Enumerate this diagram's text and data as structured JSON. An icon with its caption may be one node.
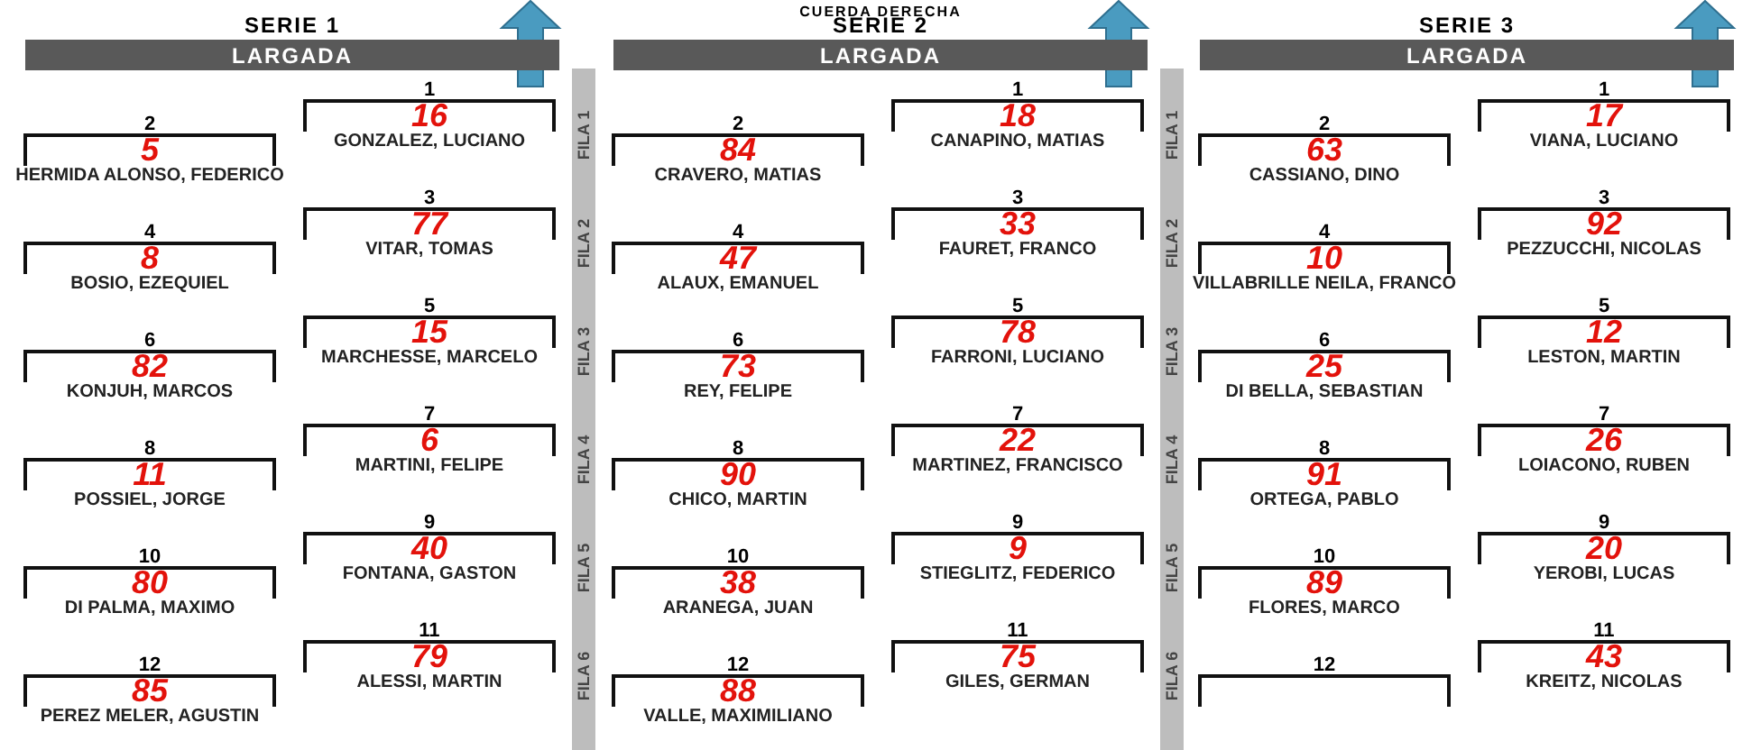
{
  "diagram": {
    "nodes": [
      {
        "text": [
          "LARGADA"
        ]
      },
      {
        "text": [
          "1",
          "16",
          "GONZALEZ, LUCIANO"
        ]
      },
      {
        "text": [
          "2",
          "5",
          "HERMIDA ALONSO, FEDERICO"
        ]
      },
      {
        "text": [
          "3",
          "77",
          "VITAR, TOMAS"
        ]
      },
      {
        "text": [
          "4",
          "8",
          "BOSIO, EZEQUIEL"
        ]
      },
      {
        "text": [
          "5",
          "15",
          "MARCHESSE, MARCELO"
        ]
      },
      {
        "text": [
          "6",
          "82",
          "KONJUH, MARCOS"
        ]
      },
      {
        "text": [
          "7",
          "6",
          "MARTINI, FELIPE"
        ]
      },
      {
        "text": [
          "8",
          "11",
          "POSSIEL, JORGE"
        ]
      },
      {
        "text": [
          "9",
          "40",
          "FONTANA, GASTON"
        ]
      },
      {
        "text": [
          "10",
          "80",
          "DI PALMA, MAXIMO"
        ]
      },
      {
        "text": [
          "11",
          "79",
          "ALESSI, MARTIN"
        ]
      },
      {
        "text": [
          "12",
          "85",
          "PEREZ MELER, AGUSTIN"
        ]
      },
      {
        "text": [
          "FILA 1",
          "FILA 2",
          "FILA 3",
          "FILA 4",
          "FILA 5",
          "FILA 6"
        ]
      },
      {
        "text": [
          "LARGADA"
        ]
      },
      {
        "text": [
          "1",
          "18",
          "CANAPINO, MATIAS"
        ]
      },
      {
        "text": [
          "2",
          "84",
          "CRAVERO, MATIAS"
        ]
      },
      {
        "text": [
          "3",
          "33",
          "FAURET, FRANCO"
        ]
      },
      {
        "text": [
          "4",
          "47",
          "ALAUX, EMANUEL"
        ]
      },
      {
        "text": [
          "5",
          "78",
          "FARRONI, LUCIANO"
        ]
      },
      {
        "text": [
          "6",
          "73",
          "REY, FELIPE"
        ]
      },
      {
        "text": [
          "7",
          "22",
          "MARTINEZ, FRANCISCO"
        ]
      },
      {
        "text": [
          "8",
          "90",
          "CHICO, MARTIN"
        ]
      },
      {
        "text": [
          "9",
          "9",
          "STIEGLITZ, FEDERICO"
        ]
      },
      {
        "text": [
          "10",
          "38",
          "ARANEGA, JUAN"
        ]
      },
      {
        "text": [
          "11",
          "75",
          "GILES, GERMAN"
        ]
      },
      {
        "text": [
          "12",
          "88",
          "VALLE, MAXIMILIANO"
        ]
      },
      {
        "text": [
          "FILA 1",
          "FILA 2",
          "FILA 3",
          "FILA 4",
          "FILA 5",
          "FILA 6"
        ]
      },
      {
        "text": [
          "LARGADA"
        ]
      },
      {
        "text": [
          "1",
          "17",
          "VIANA, LUCIANO"
        ]
      },
      {
        "text": [
          "2",
          "63",
          "CASSIANO, DINO"
        ]
      },
      {
        "text": [
          "3",
          "92",
          "PEZZUCCHI, NICOLAS"
        ]
      },
      {
        "text": [
          "4",
          "10",
          "VILLABRILLE NEILA, FRANCO"
        ]
      },
      {
        "text": [
          "5",
          "12",
          "LESTON, MARTIN"
        ]
      },
      {
        "text": [
          "6",
          "25",
          "DI BELLA, SEBASTIAN"
        ]
      },
      {
        "text": [
          "7",
          "26",
          "LOIACONO, RUBEN"
        ]
      },
      {
        "text": [
          "8",
          "91",
          "ORTEGA, PABLO"
        ]
      },
      {
        "text": [
          "9",
          "20",
          "YEROBI, LUCAS"
        ]
      },
      {
        "text": [
          "10",
          "89",
          "FLORES, MARCO"
        ]
      },
      {
        "text": [
          "11",
          "43",
          "KREITZ, NICOLAS"
        ]
      },
      {
        "text": [
          "12"
        ]
      }
    ],
    "edges": [
      {
        "from": 1,
        "to": null,
        "arrow": "to"
      },
      {
        "from": 15,
        "to": null,
        "arrow": "to"
      },
      {
        "from": 29,
        "to": null,
        "arrow": "to"
      }
    ],
    "labels": [
      "CUERDA DERECHA",
      "SERIE 1",
      "SERIE 2",
      "SERIE 3"
    ]
  }
}
